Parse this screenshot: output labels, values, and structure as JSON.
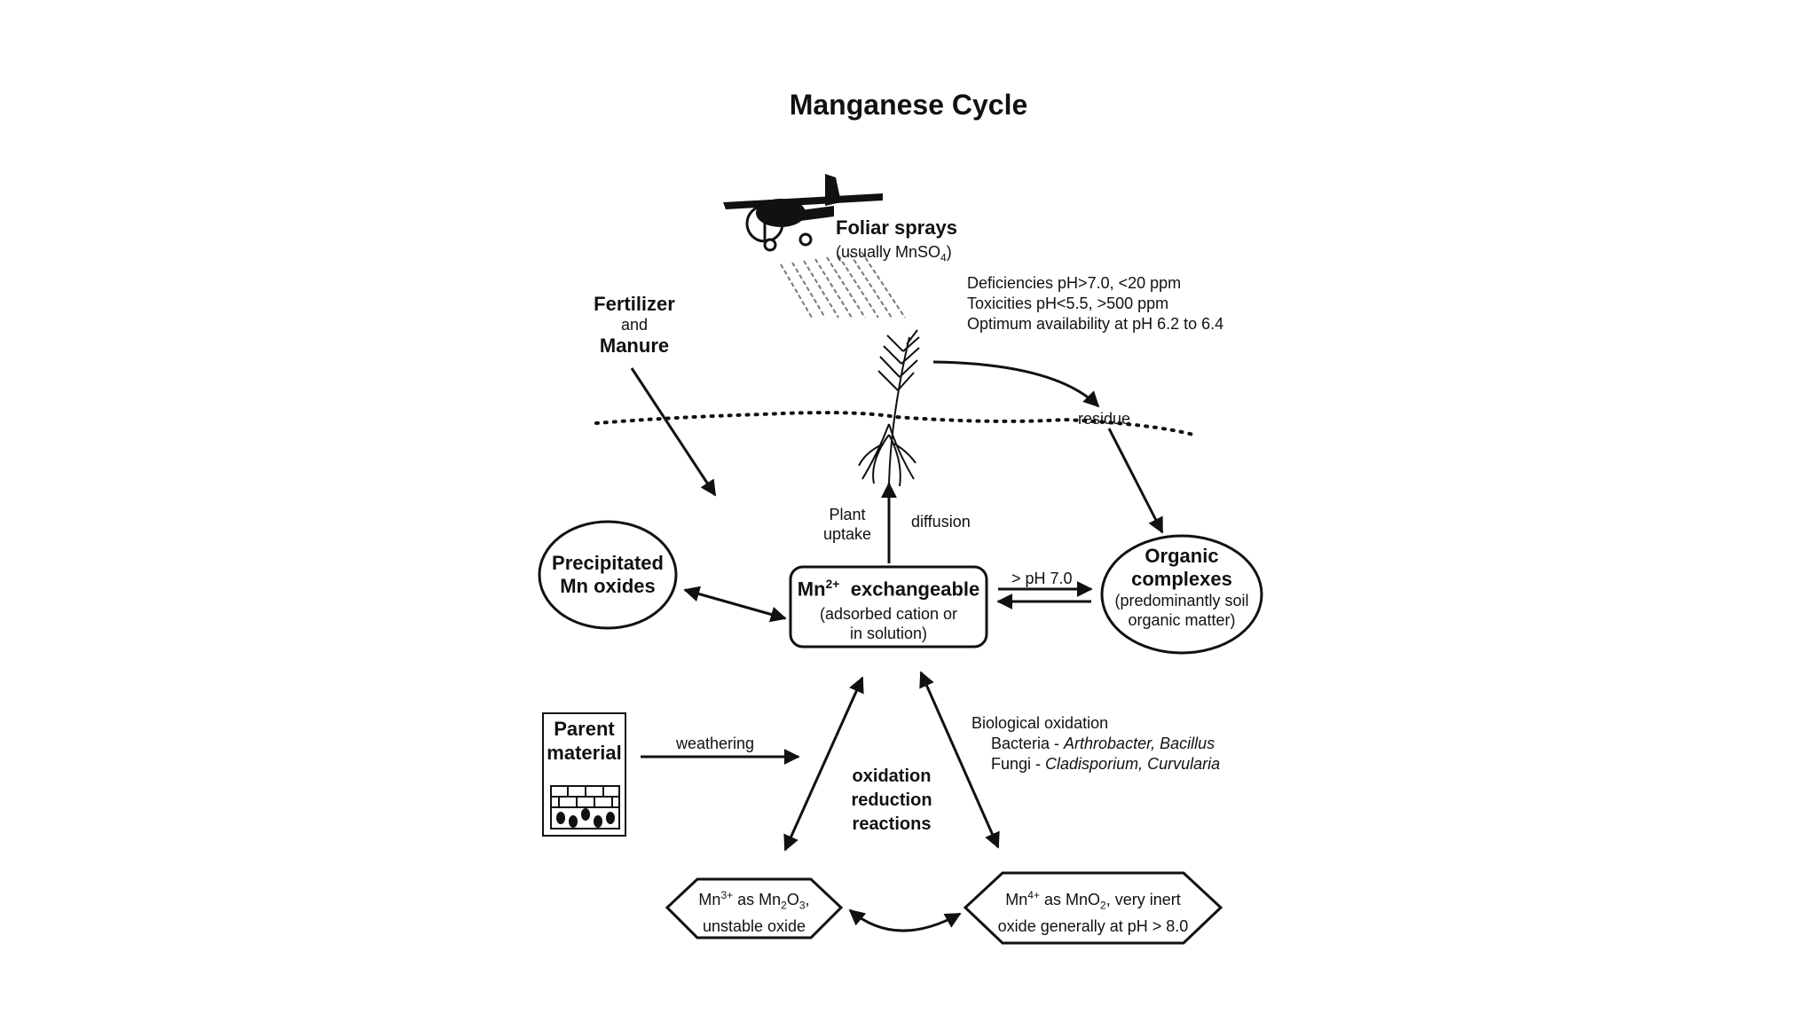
{
  "title": "Manganese Cycle",
  "foliar": {
    "title": "Foliar sprays",
    "sub_prefix": "(usually MnSO",
    "sub_subscript": "4",
    "sub_suffix": ")"
  },
  "notes": {
    "deficiencies": "Deficiencies  pH>7.0, <20 ppm",
    "toxicities": "Toxicities  pH<5.5,  >500 ppm",
    "optimum": "Optimum availability at pH 6.2 to 6.4"
  },
  "fertilizer": {
    "line1": "Fertilizer",
    "line2": "and",
    "line3": "Manure"
  },
  "residue": "residue",
  "plant_uptake": {
    "line1": "Plant",
    "line2": "uptake"
  },
  "diffusion": "diffusion",
  "precipitated": {
    "line1": "Precipitated",
    "line2": "Mn oxides"
  },
  "exchangeable": {
    "prefix": "Mn",
    "superscript": "2+",
    "label": "exchangeable",
    "line2": "(adsorbed cation or",
    "line3": "in solution)"
  },
  "ph_label": "> pH 7.0",
  "organic": {
    "line1": "Organic",
    "line2": "complexes",
    "line3": "(predominantly soil",
    "line4": "organic matter)"
  },
  "parent": {
    "line1": "Parent",
    "line2": "material"
  },
  "weathering": "weathering",
  "bio_oxidation": {
    "title": "Biological oxidation",
    "bacteria_label": "Bacteria - ",
    "bacteria_names": "Arthrobacter, Bacillus",
    "fungi_label": "Fungi - ",
    "fungi_names": "Cladisporium, Curvularia"
  },
  "redox": {
    "line1": "oxidation",
    "line2": "reduction",
    "line3": "reactions"
  },
  "mn3": {
    "prefix": "Mn",
    "superscript": "3+",
    "middle": " as Mn",
    "sub1": "2",
    "o": "O",
    "sub2": "3",
    "suffix": ",",
    "line2": "unstable oxide"
  },
  "mn4": {
    "prefix": "Mn",
    "superscript": "4+",
    "middle": " as MnO",
    "sub1": "2",
    "suffix": ", very inert",
    "line2": "oxide generally at pH > 8.0"
  }
}
